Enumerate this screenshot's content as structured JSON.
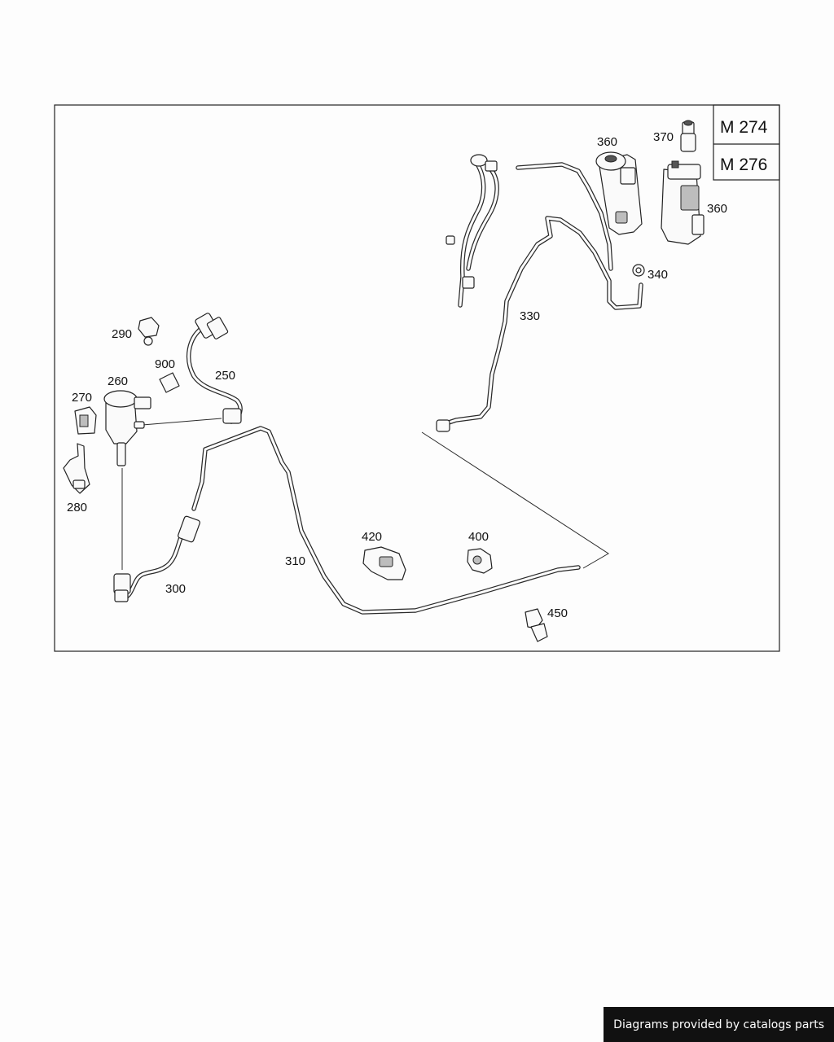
{
  "engine_variants": [
    "M 274",
    "M 276"
  ],
  "callouts": {
    "p250": "250",
    "p260": "260",
    "p270": "270",
    "p280": "280",
    "p290": "290",
    "p300": "300",
    "p310": "310",
    "p330": "330",
    "p340": "340",
    "p360a": "360",
    "p360b": "360",
    "p370": "370",
    "p400": "400",
    "p420": "420",
    "p450": "450",
    "p900": "900"
  },
  "footer": {
    "credit": "Diagrams provided by catalogs parts"
  }
}
